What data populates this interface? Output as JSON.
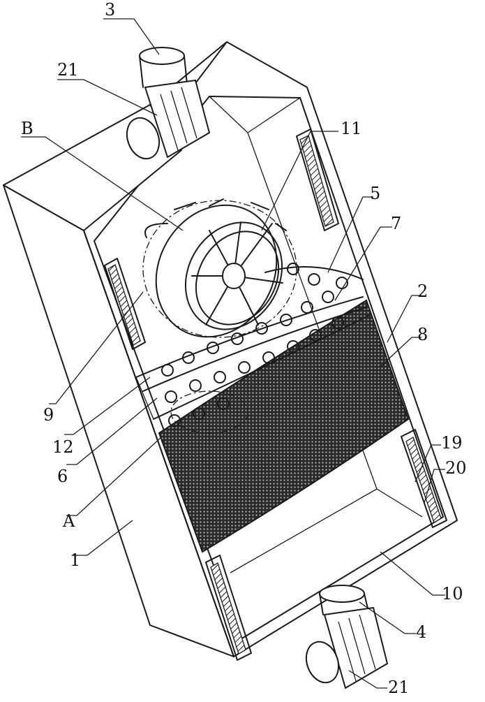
{
  "figure": {
    "labels": {
      "l3": "3",
      "l21_top": "21",
      "lB": "B",
      "l11": "11",
      "l5": "5",
      "l7": "7",
      "l2": "2",
      "l8": "8",
      "l9": "9",
      "l12": "12",
      "l6": "6",
      "l19": "19",
      "l20": "20",
      "lA": "A",
      "l1": "1",
      "l10": "10",
      "l4": "4",
      "l21_bottom": "21"
    },
    "colors": {
      "line": "#1a1a1a",
      "screen_mesh": "#2a2a2a",
      "background": "#ffffff"
    }
  }
}
